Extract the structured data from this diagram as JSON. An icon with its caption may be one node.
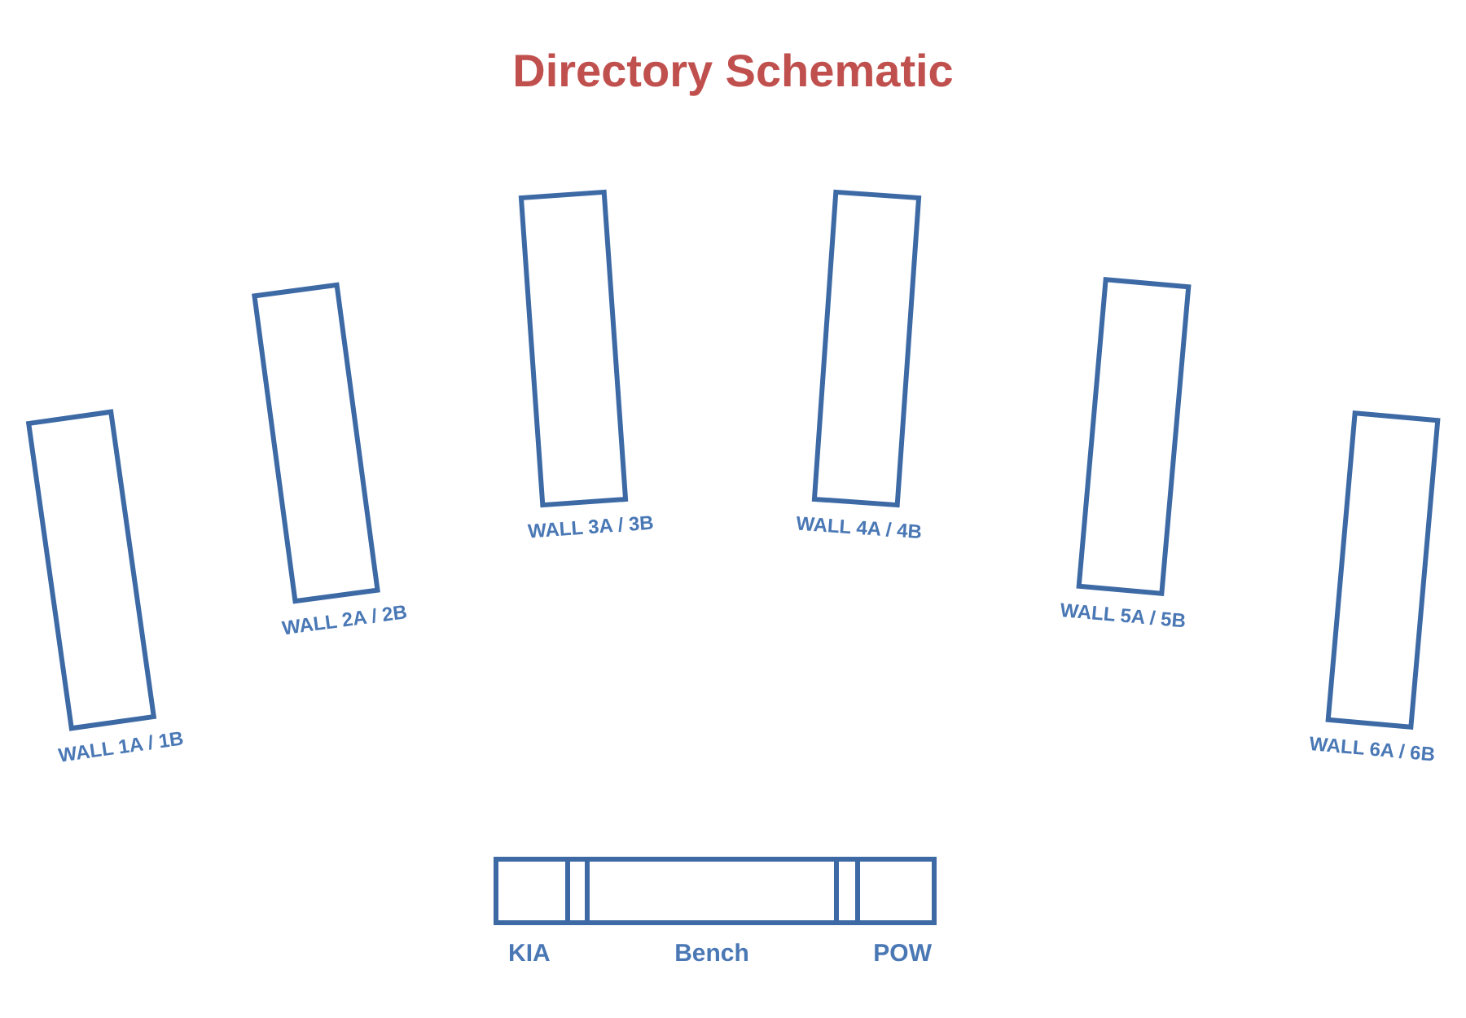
{
  "diagram": {
    "title": "Directory Schematic",
    "nodes": [
      {
        "text": [
          "WALL 1A / 1B"
        ]
      },
      {
        "text": [
          "WALL 2A / 2B"
        ]
      },
      {
        "text": [
          "WALL 3A / 3B"
        ]
      },
      {
        "text": [
          "WALL 4A / 4B"
        ]
      },
      {
        "text": [
          "WALL 5A / 5B"
        ]
      },
      {
        "text": [
          "WALL 6A / 6B"
        ]
      },
      {
        "text": [
          "KIA"
        ]
      },
      {
        "text": [
          "Bench"
        ]
      },
      {
        "text": [
          "POW"
        ]
      }
    ]
  }
}
